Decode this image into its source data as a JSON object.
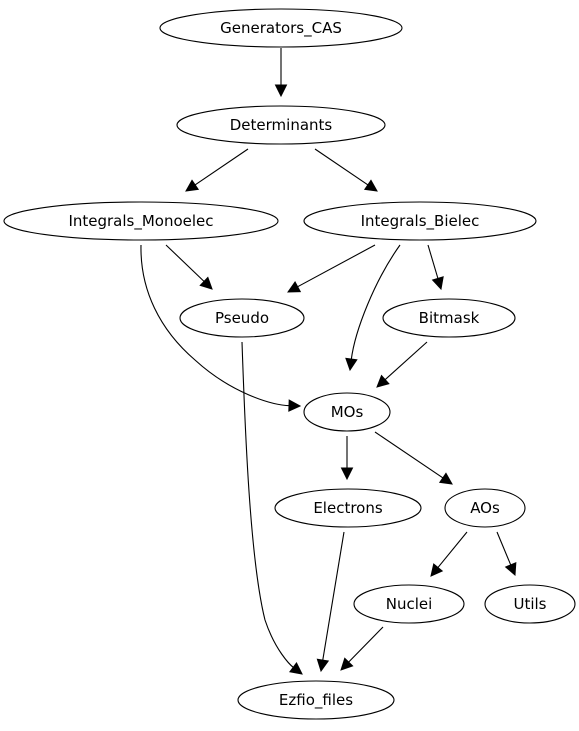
{
  "nodes": [
    {
      "id": "generators-cas",
      "label": "Generators_CAS",
      "color": "#ff0000"
    },
    {
      "id": "determinants",
      "label": "Determinants"
    },
    {
      "id": "integrals-monoelec",
      "label": "Integrals_Monoelec"
    },
    {
      "id": "integrals-bielec",
      "label": "Integrals_Bielec"
    },
    {
      "id": "pseudo",
      "label": "Pseudo"
    },
    {
      "id": "bitmask",
      "label": "Bitmask"
    },
    {
      "id": "mos",
      "label": "MOs"
    },
    {
      "id": "electrons",
      "label": "Electrons"
    },
    {
      "id": "aos",
      "label": "AOs"
    },
    {
      "id": "nuclei",
      "label": "Nuclei"
    },
    {
      "id": "utils",
      "label": "Utils"
    },
    {
      "id": "ezfio-files",
      "label": "Ezfio_files"
    }
  ],
  "edges": [
    {
      "from": "generators-cas",
      "to": "determinants"
    },
    {
      "from": "determinants",
      "to": "integrals-monoelec"
    },
    {
      "from": "determinants",
      "to": "integrals-bielec"
    },
    {
      "from": "integrals-monoelec",
      "to": "pseudo"
    },
    {
      "from": "integrals-monoelec",
      "to": "mos"
    },
    {
      "from": "integrals-bielec",
      "to": "pseudo"
    },
    {
      "from": "integrals-bielec",
      "to": "mos"
    },
    {
      "from": "integrals-bielec",
      "to": "bitmask"
    },
    {
      "from": "pseudo",
      "to": "ezfio-files"
    },
    {
      "from": "bitmask",
      "to": "mos"
    },
    {
      "from": "mos",
      "to": "electrons"
    },
    {
      "from": "mos",
      "to": "aos"
    },
    {
      "from": "electrons",
      "to": "ezfio-files"
    },
    {
      "from": "aos",
      "to": "nuclei"
    },
    {
      "from": "aos",
      "to": "utils"
    },
    {
      "from": "nuclei",
      "to": "ezfio-files"
    }
  ]
}
